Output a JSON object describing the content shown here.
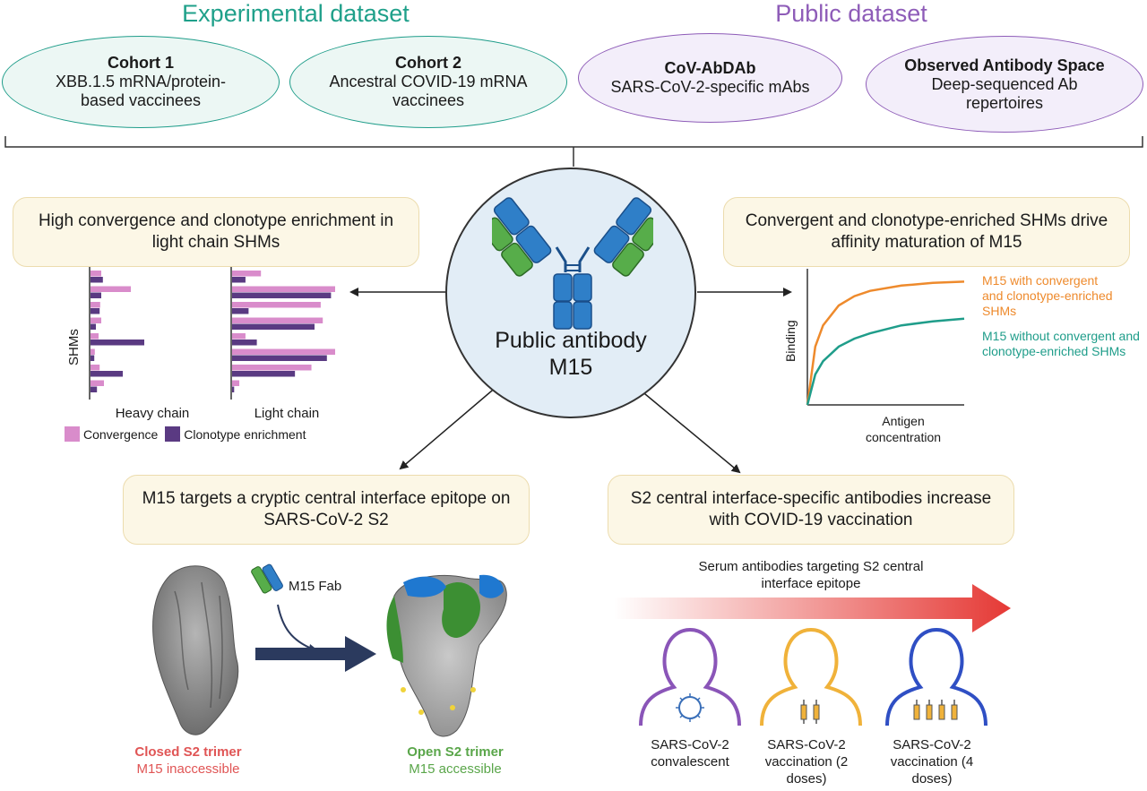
{
  "headers": {
    "experimental": "Experimental dataset",
    "public": "Public dataset"
  },
  "datasets": [
    {
      "title": "Cohort 1",
      "desc": "XBB.1.5 mRNA/protein-based vaccinees",
      "color": "#1f9d8a"
    },
    {
      "title": "Cohort 2",
      "desc": "Ancestral COVID-19 mRNA vaccinees",
      "color": "#1f9d8a"
    },
    {
      "title": "CoV-AbDAb",
      "desc": "SARS-CoV-2-specific mAbs",
      "color": "#8e5cb8"
    },
    {
      "title": "Observed Antibody Space",
      "desc": "Deep-sequenced Ab repertoires",
      "color": "#8e5cb8"
    }
  ],
  "center": {
    "line1": "Public antibody",
    "line2": "M15"
  },
  "findings": {
    "top_left": "High convergence and clonotype enrichment in light chain SHMs",
    "top_right": "Convergent and clonotype-enriched SHMs drive affinity maturation of M15",
    "bottom_left": "M15 targets a cryptic central interface epitope on SARS-CoV-2 S2",
    "bottom_right": "S2 central interface-specific antibodies increase with COVID-19 vaccination"
  },
  "chart_data": [
    {
      "type": "bar",
      "ylabel": "SHMs",
      "panels": [
        {
          "xlabel": "Heavy chain",
          "series": [
            {
              "name": "Convergence",
              "values": [
                0.2,
                0.75,
                0.18,
                0.2,
                0.15,
                0.08,
                0.17,
                0.25
              ]
            },
            {
              "name": "Clonotype enrichment",
              "values": [
                0.23,
                0.2,
                0.17,
                0.1,
                1.0,
                0.07,
                0.6,
                0.12
              ]
            }
          ]
        },
        {
          "xlabel": "Light chain",
          "series": [
            {
              "name": "Convergence",
              "values": [
                0.28,
                1.0,
                0.86,
                0.88,
                0.13,
                1.0,
                0.77,
                0.07
              ]
            },
            {
              "name": "Clonotype enrichment",
              "values": [
                0.13,
                0.96,
                0.16,
                0.8,
                0.24,
                0.92,
                0.61,
                0.02
              ]
            }
          ]
        }
      ],
      "legend": [
        {
          "name": "Convergence",
          "color": "#d98ccb"
        },
        {
          "name": "Clonotype enrichment",
          "color": "#5a3a82"
        }
      ]
    },
    {
      "type": "line",
      "xlabel": "Antigen concentration",
      "ylabel": "Binding",
      "x": [
        0,
        0.25,
        0.5,
        1,
        1.5,
        2,
        3,
        4,
        5
      ],
      "series": [
        {
          "name": "M15 with convergent and clonotype-enriched SHMs",
          "color": "#ee8a2c",
          "values": [
            0,
            0.44,
            0.6,
            0.75,
            0.82,
            0.86,
            0.9,
            0.92,
            0.93
          ]
        },
        {
          "name": "M15 without convergent and clonotype-enriched SHMs",
          "color": "#1f9d8a",
          "values": [
            0,
            0.23,
            0.33,
            0.44,
            0.5,
            0.54,
            0.6,
            0.63,
            0.65
          ]
        }
      ]
    }
  ],
  "structure": {
    "fab_label": "M15 Fab",
    "closed_title": "Closed S2 trimer",
    "closed_sub": "M15 inaccessible",
    "open_title": "Open S2 trimer",
    "open_sub": "M15 accessible",
    "closed_color": "#e05555",
    "open_color": "#5aa64a"
  },
  "vaccination": {
    "arrow_label": "Serum antibodies targeting S2 central interface epitope",
    "groups": [
      {
        "label": "SARS-CoV-2 convalescent",
        "color": "#8a55b8"
      },
      {
        "label": "SARS-CoV-2 vaccination (2 doses)",
        "color": "#f0b23a"
      },
      {
        "label": "SARS-CoV-2 vaccination (4 doses)",
        "color": "#2f4fc4"
      }
    ]
  }
}
